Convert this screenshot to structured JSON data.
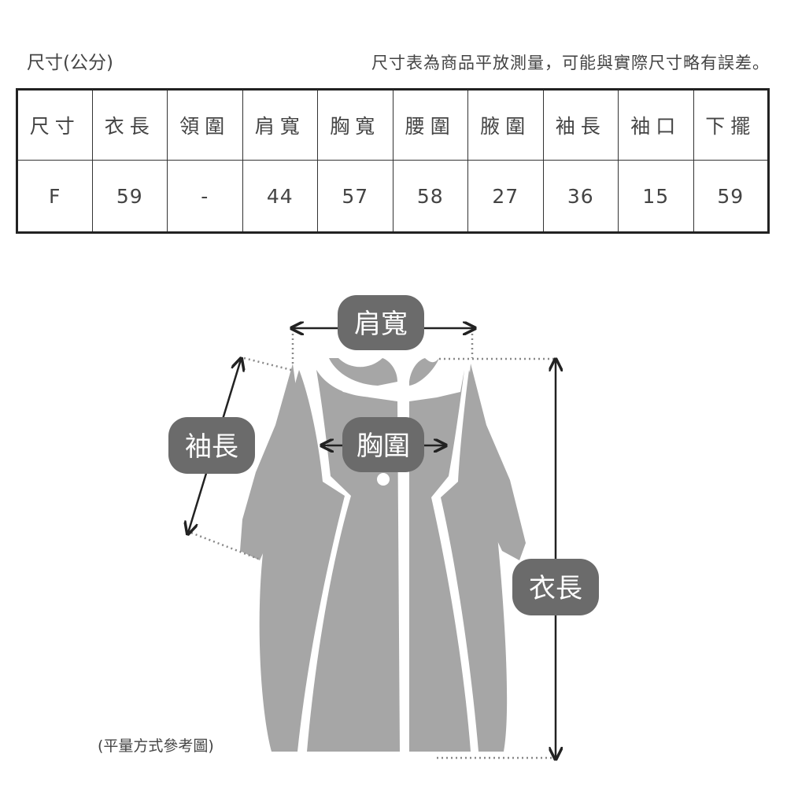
{
  "header": {
    "title": "尺寸(公分)",
    "note": "尺寸表為商品平放測量，可能與實際尺寸略有誤差。"
  },
  "table": {
    "columns": [
      "尺寸",
      "衣長",
      "領圍",
      "肩寬",
      "胸寬",
      "腰圍",
      "腋圍",
      "袖長",
      "袖口",
      "下擺"
    ],
    "rows": [
      [
        "F",
        "59",
        "-",
        "44",
        "57",
        "58",
        "27",
        "36",
        "15",
        "59"
      ]
    ]
  },
  "diagram": {
    "labels": {
      "shoulder": "肩寬",
      "chest": "胸圍",
      "sleeve": "袖長",
      "length": "衣長"
    },
    "caption": "(平量方式參考圖)",
    "colors": {
      "garment": "#a6a6a6",
      "tag": "#6b6b6b",
      "arrow": "#222222",
      "dotted": "#888888"
    }
  }
}
